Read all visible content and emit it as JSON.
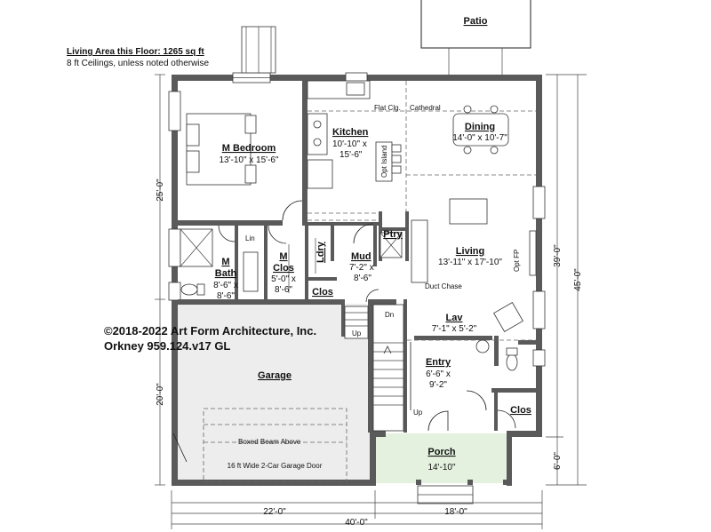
{
  "header": {
    "living_area": "Living Area this Floor: 1265 sq ft",
    "ceilings": "8 ft Ceilings, unless noted otherwise"
  },
  "copyright": {
    "line1": "©2018-2022 Art Form Architecture, Inc.",
    "line2": "Orkney 959.124.v17 GL"
  },
  "rooms": {
    "patio": {
      "name": "Patio"
    },
    "m_bedroom": {
      "name": "M Bedroom",
      "dims": "13'-10\" x 15'-6\""
    },
    "kitchen": {
      "name": "Kitchen",
      "dims1": "10'-10\" x",
      "dims2": "15'-6\"",
      "island": "Opt Island"
    },
    "dining": {
      "name": "Dining",
      "dims": "14'-0\" x 10'-7\""
    },
    "living": {
      "name": "Living",
      "dims": "13'-11\" x 17'-10\"",
      "fireplace": "Opt FP",
      "chase": "Duct Chase"
    },
    "m_bath": {
      "name1": "M",
      "name2": "Bath",
      "dims1": "8'-6\" x",
      "dims2": "8'-6\"",
      "lin": "Lin"
    },
    "m_clos": {
      "name1": "M",
      "name2": "Clos",
      "dims1": "5'-0\" x",
      "dims2": "8'-6\""
    },
    "laundry": {
      "name": "Ldry"
    },
    "mud": {
      "name": "Mud",
      "dims1": "7'-2\" x",
      "dims2": "8'-6\""
    },
    "clos_mud": {
      "name": "Clos"
    },
    "pantry": {
      "name": "Ptry"
    },
    "lav": {
      "name": "Lav",
      "dims": "7'-1\" x 5'-2\""
    },
    "entry": {
      "name": "Entry",
      "dims1": "6'-6\" x",
      "dims2": "9'-2\""
    },
    "clos_entry": {
      "name": "Clos"
    },
    "garage": {
      "name": "Garage",
      "beam": "Boxed Beam Above",
      "door": "16 ft Wide 2-Car Garage Door"
    },
    "porch": {
      "name": "Porch",
      "dims": "14'-10\""
    }
  },
  "labels": {
    "flat_clg": "Flat Clg.",
    "cathedral": "Cathedral",
    "up1": "Up",
    "dn": "Dn",
    "up2": "Up"
  },
  "dimensions": {
    "garage_width": "22'-0\"",
    "porch_width": "18'-0\"",
    "total_width": "40'-0\"",
    "upper_left": "25'-0\"",
    "lower_left": "20'-0\"",
    "right_main": "39'-0\"",
    "right_total": "45'-0\"",
    "right_porch": "6'-0\""
  }
}
